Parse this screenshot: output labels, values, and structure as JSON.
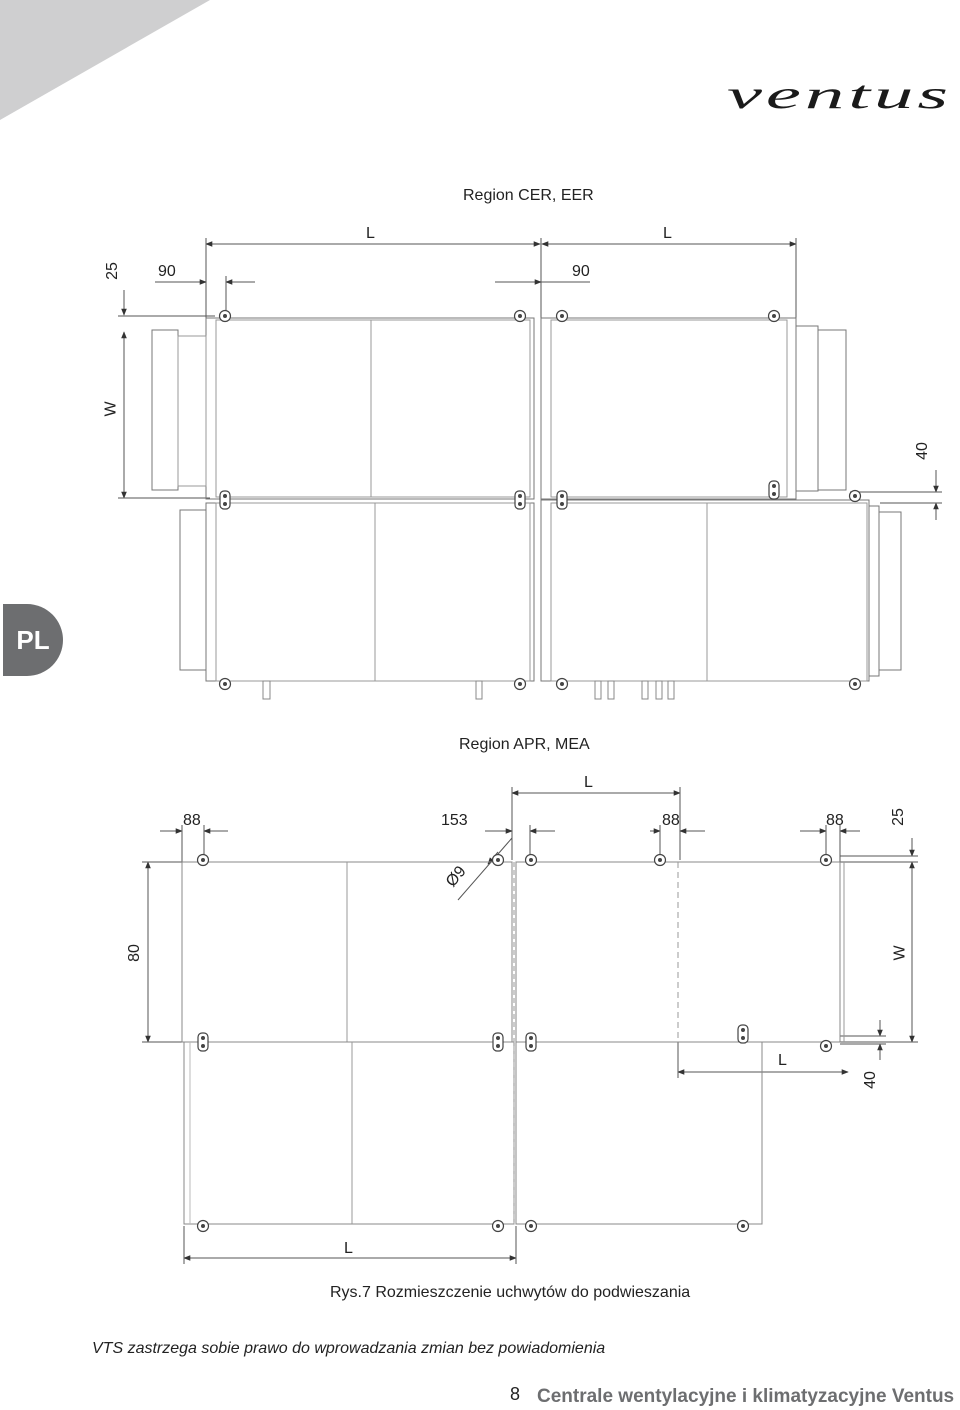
{
  "brand": {
    "logo_text": "ventus"
  },
  "language_tab": "PL",
  "section1": {
    "heading": "Region CER, EER",
    "dims": {
      "L_left": "L",
      "L_right": "L",
      "d90_left": "90",
      "d90_right": "90",
      "d25": "25",
      "W": "W",
      "d40": "40"
    }
  },
  "section2": {
    "heading": "Region APR, MEA",
    "dims": {
      "L_top": "L",
      "d88_a": "88",
      "d153": "153",
      "d88_b": "88",
      "d88_c": "88",
      "d25": "25",
      "diam9": "Ø9",
      "d80": "80",
      "W": "W",
      "L_mid": "L",
      "d40": "40",
      "L_bottom": "L"
    }
  },
  "caption": "Rys.7 Rozmieszczenie uchwytów do podwieszania",
  "notice": "VTS zastrzega sobie prawo do wprowadzania zmian bez powiadomienia",
  "footer": {
    "page_number": "8",
    "title": "Centrale wentylacyjne i klimatyzacyjne Ventus"
  },
  "colors": {
    "gray": "#6d6e70",
    "line": "#555555",
    "panel_edge": "#7a7a7a"
  }
}
